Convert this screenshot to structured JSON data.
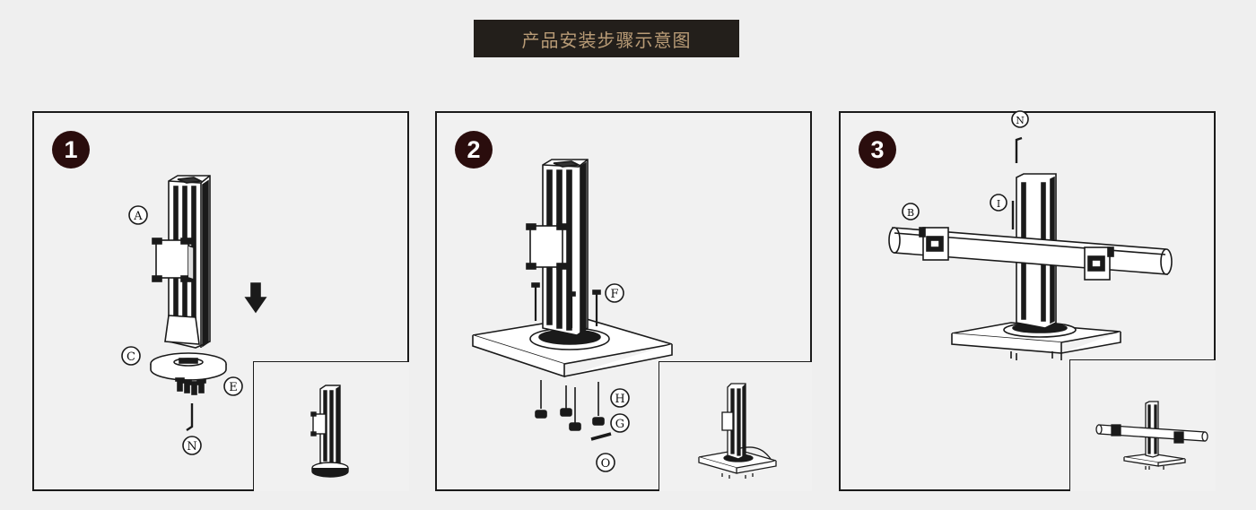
{
  "title": "产品安装步骤示意图",
  "steps": [
    {
      "number": "1",
      "labels": {
        "a": "A",
        "c": "C",
        "e": "E",
        "n": "N"
      }
    },
    {
      "number": "2",
      "labels": {
        "f": "F",
        "h": "H",
        "g": "G",
        "o": "O"
      }
    },
    {
      "number": "3",
      "labels": {
        "n": "N",
        "i": "I",
        "b": "B"
      }
    }
  ],
  "colors": {
    "banner_bg": "#231f1b",
    "banner_text": "#b89b76",
    "badge_bg": "#2a0d0d",
    "line": "#1a1a1a",
    "background": "#efefef"
  },
  "icons": [
    "down-arrow-icon",
    "allen-key-icon"
  ]
}
